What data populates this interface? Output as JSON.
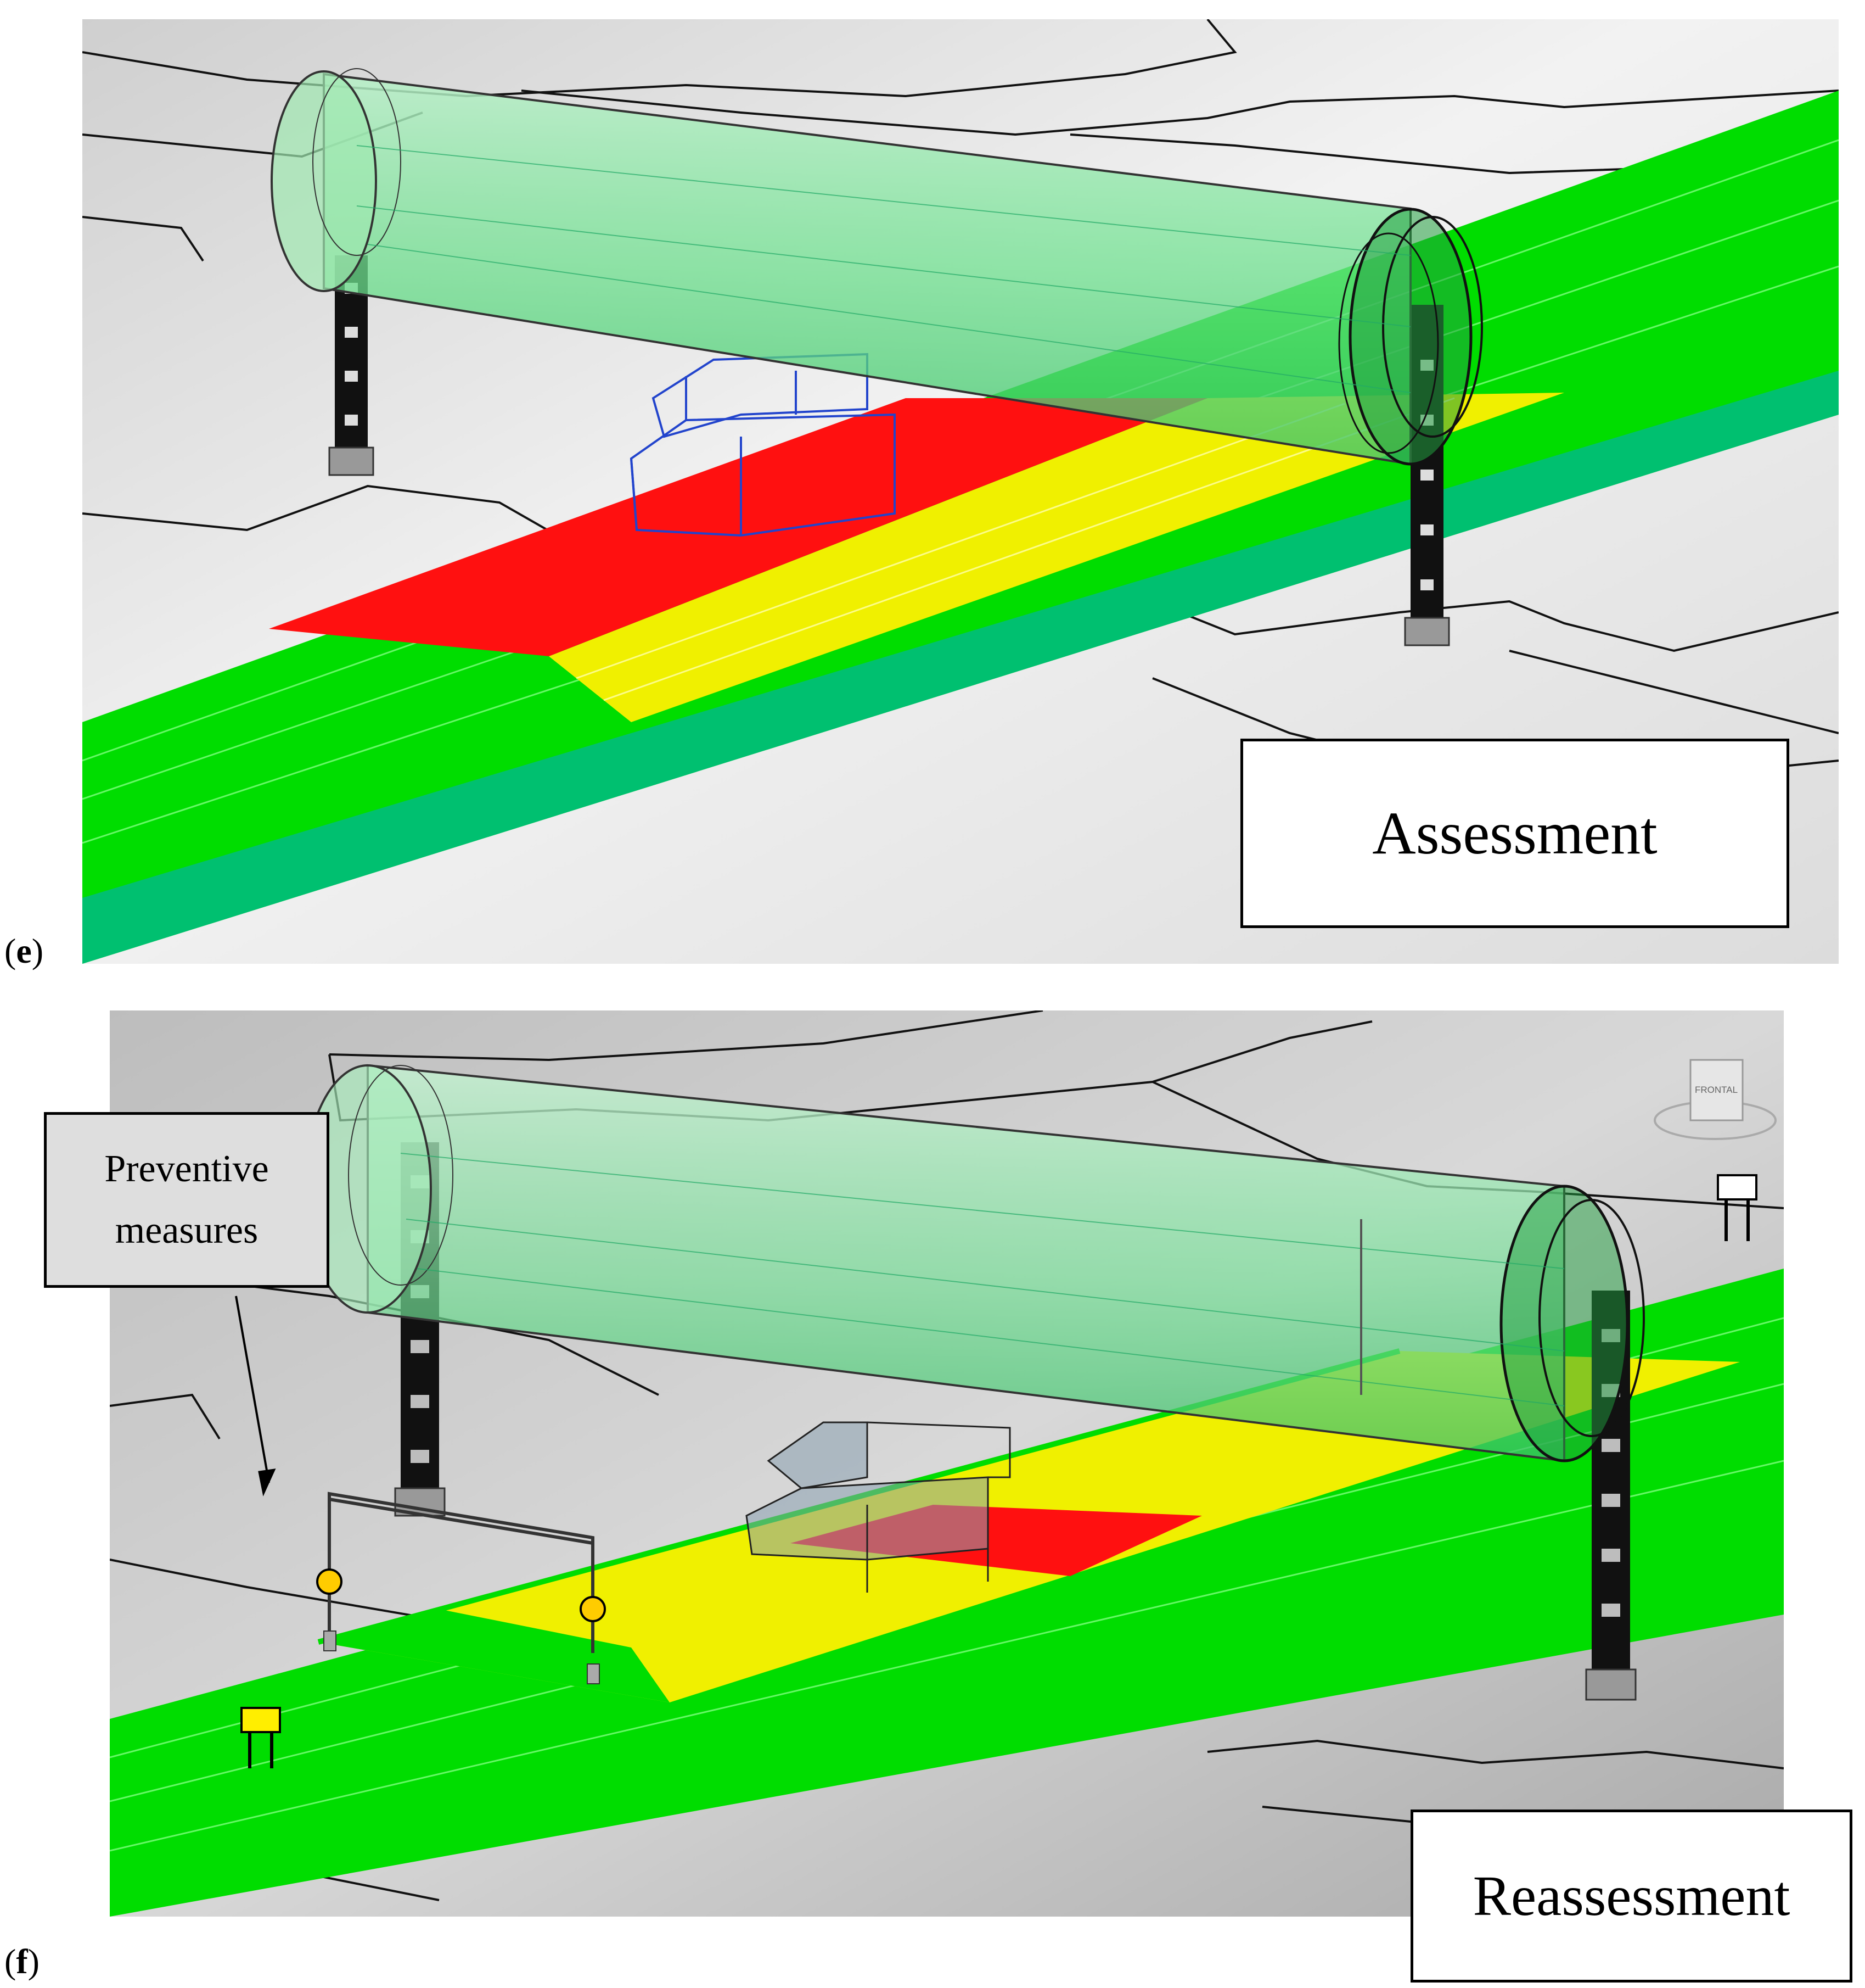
{
  "panels": [
    {
      "id": "e",
      "letter": "e",
      "label": "Assessment"
    },
    {
      "id": "f",
      "letter": "f",
      "label": "Reassessment",
      "callout": {
        "line1": "Preventive",
        "line2": "measures"
      },
      "view_cube_text": "FRONTAL"
    }
  ],
  "colors": {
    "safe_zone": "#00dd00",
    "warning_zone": "#f0f000",
    "danger_zone": "#ff0000",
    "clearance_cylinder": "#7fe6a8",
    "equipment_outline": "#2244cc",
    "terrain": "#d9d9d9"
  }
}
